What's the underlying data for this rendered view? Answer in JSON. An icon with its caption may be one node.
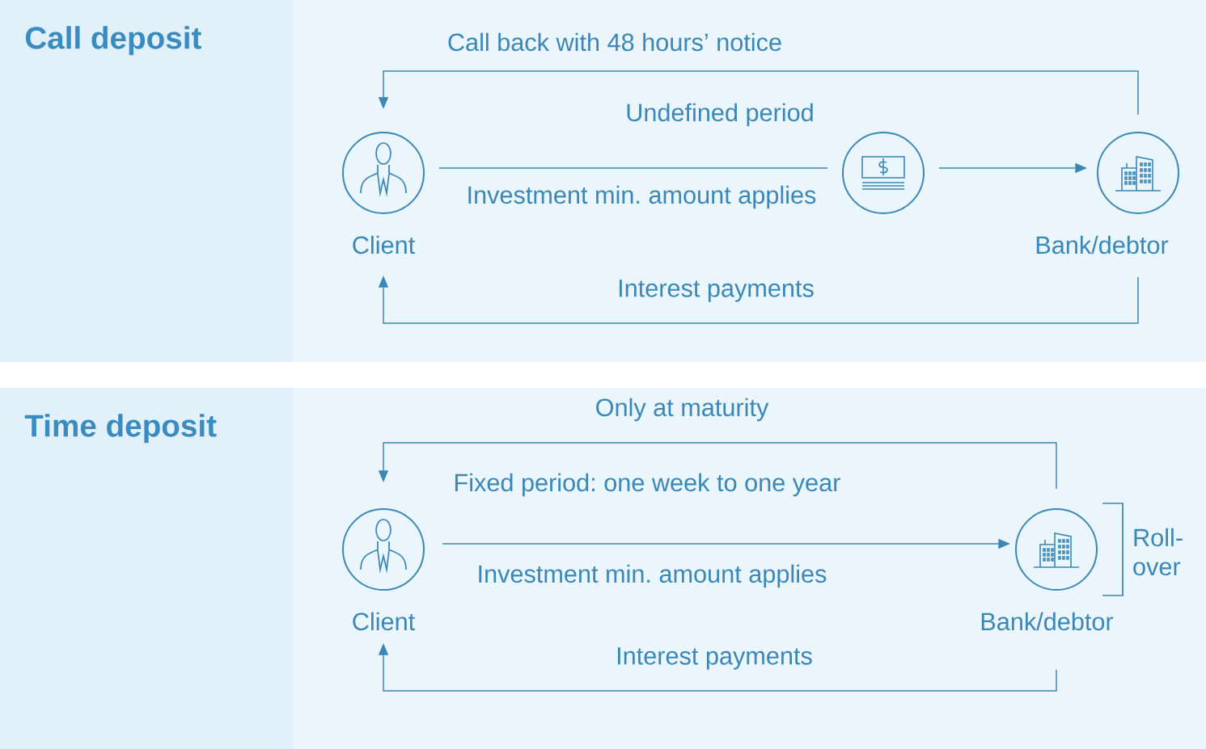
{
  "diagram": {
    "nodes": [
      {
        "text": [
          "Call deposit"
        ]
      },
      {
        "text": [
          "Client"
        ],
        "in": 0
      },
      {
        "text": [],
        "shape": "circle",
        "in": 0
      },
      {
        "text": [
          "Bank/debtor"
        ],
        "in": 0
      },
      {
        "text": [
          "Time deposit"
        ]
      },
      {
        "text": [
          "Client"
        ],
        "in": 4
      },
      {
        "text": [
          "Bank/debtor"
        ],
        "in": 4,
        "beside": [
          "Roll-over"
        ]
      }
    ],
    "edges": [
      {
        "from": 1,
        "to": 2,
        "arrow": "none",
        "label": "Investment min. amount applies"
      },
      {
        "from": 2,
        "to": 3,
        "arrow": "to"
      },
      {
        "from": 3,
        "to": 1,
        "arrow": "to",
        "label": "Call back with 48 hours’ notice"
      },
      {
        "from": 3,
        "to": 1,
        "arrow": "to",
        "label": "Interest payments"
      },
      {
        "from": 5,
        "to": 6,
        "arrow": "to",
        "label": "Investment min. amount applies"
      },
      {
        "from": 6,
        "to": 5,
        "arrow": "to",
        "label": "Only at maturity"
      },
      {
        "from": 6,
        "to": 5,
        "arrow": "to",
        "label": "Interest payments"
      }
    ],
    "labels": [
      "Undefined period",
      "Fixed period: one week to one year"
    ]
  }
}
